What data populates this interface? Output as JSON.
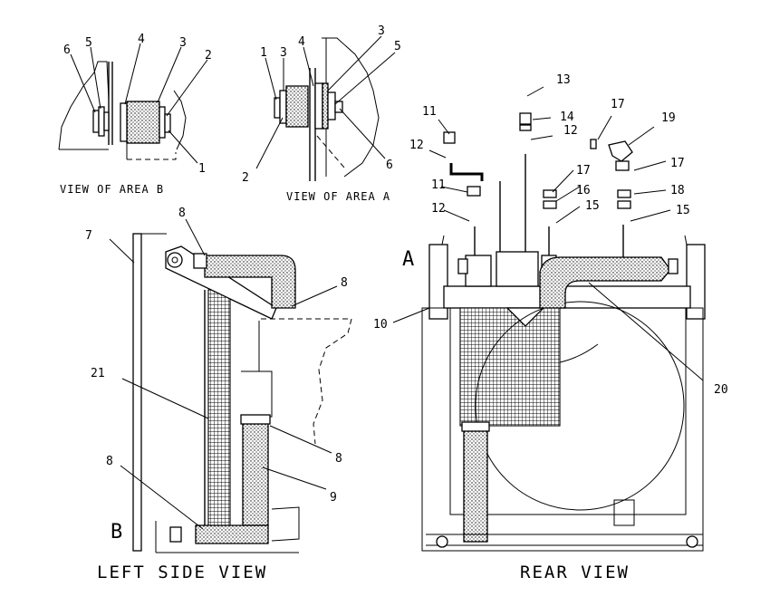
{
  "views": {
    "area_b": "VIEW OF AREA B",
    "area_a": "VIEW OF AREA A",
    "left_side": "LEFT SIDE VIEW",
    "rear": "REAR VIEW"
  },
  "markers": {
    "a": "A",
    "b": "B"
  },
  "callouts": {
    "area_b": [
      "6",
      "5",
      "4",
      "3",
      "2",
      "1"
    ],
    "area_a": [
      "1",
      "3",
      "4",
      "3",
      "5",
      "2",
      "6"
    ],
    "left_side": [
      "8",
      "7",
      "8",
      "21",
      "8",
      "8",
      "9"
    ],
    "rear": [
      "13",
      "14",
      "12",
      "11",
      "12",
      "17",
      "19",
      "17",
      "11",
      "16",
      "12",
      "15",
      "17",
      "18",
      "15",
      "10",
      "20"
    ]
  }
}
